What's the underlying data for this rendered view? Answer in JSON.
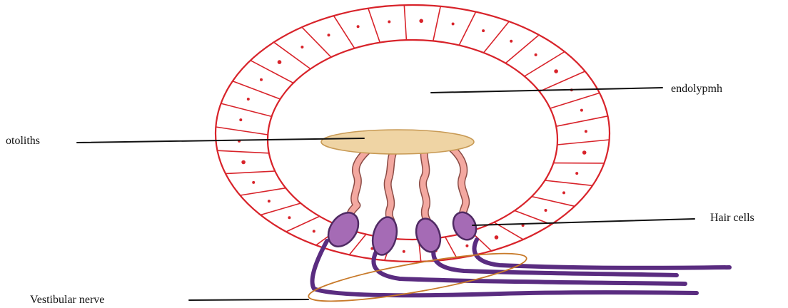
{
  "labels": {
    "endolymph": "endolypmh",
    "otoliths": "otoliths",
    "hair_cells": "Hair cells",
    "vestibular_nerve": "Vestibular nerve"
  },
  "colors": {
    "epithelium_stroke": "#d8232a",
    "otolith_fill": "#efd4a4",
    "otolith_stroke": "#c89a55",
    "stereocilia_fill": "#f3a8a0",
    "stereocilia_stroke": "#8a4b45",
    "hair_cell_fill": "#a56bb5",
    "hair_cell_stroke": "#4f2a63",
    "nerve_stroke": "#5a2c80",
    "nerve_sheath_stroke": "#c87a2a",
    "leader_line": "#111111"
  }
}
